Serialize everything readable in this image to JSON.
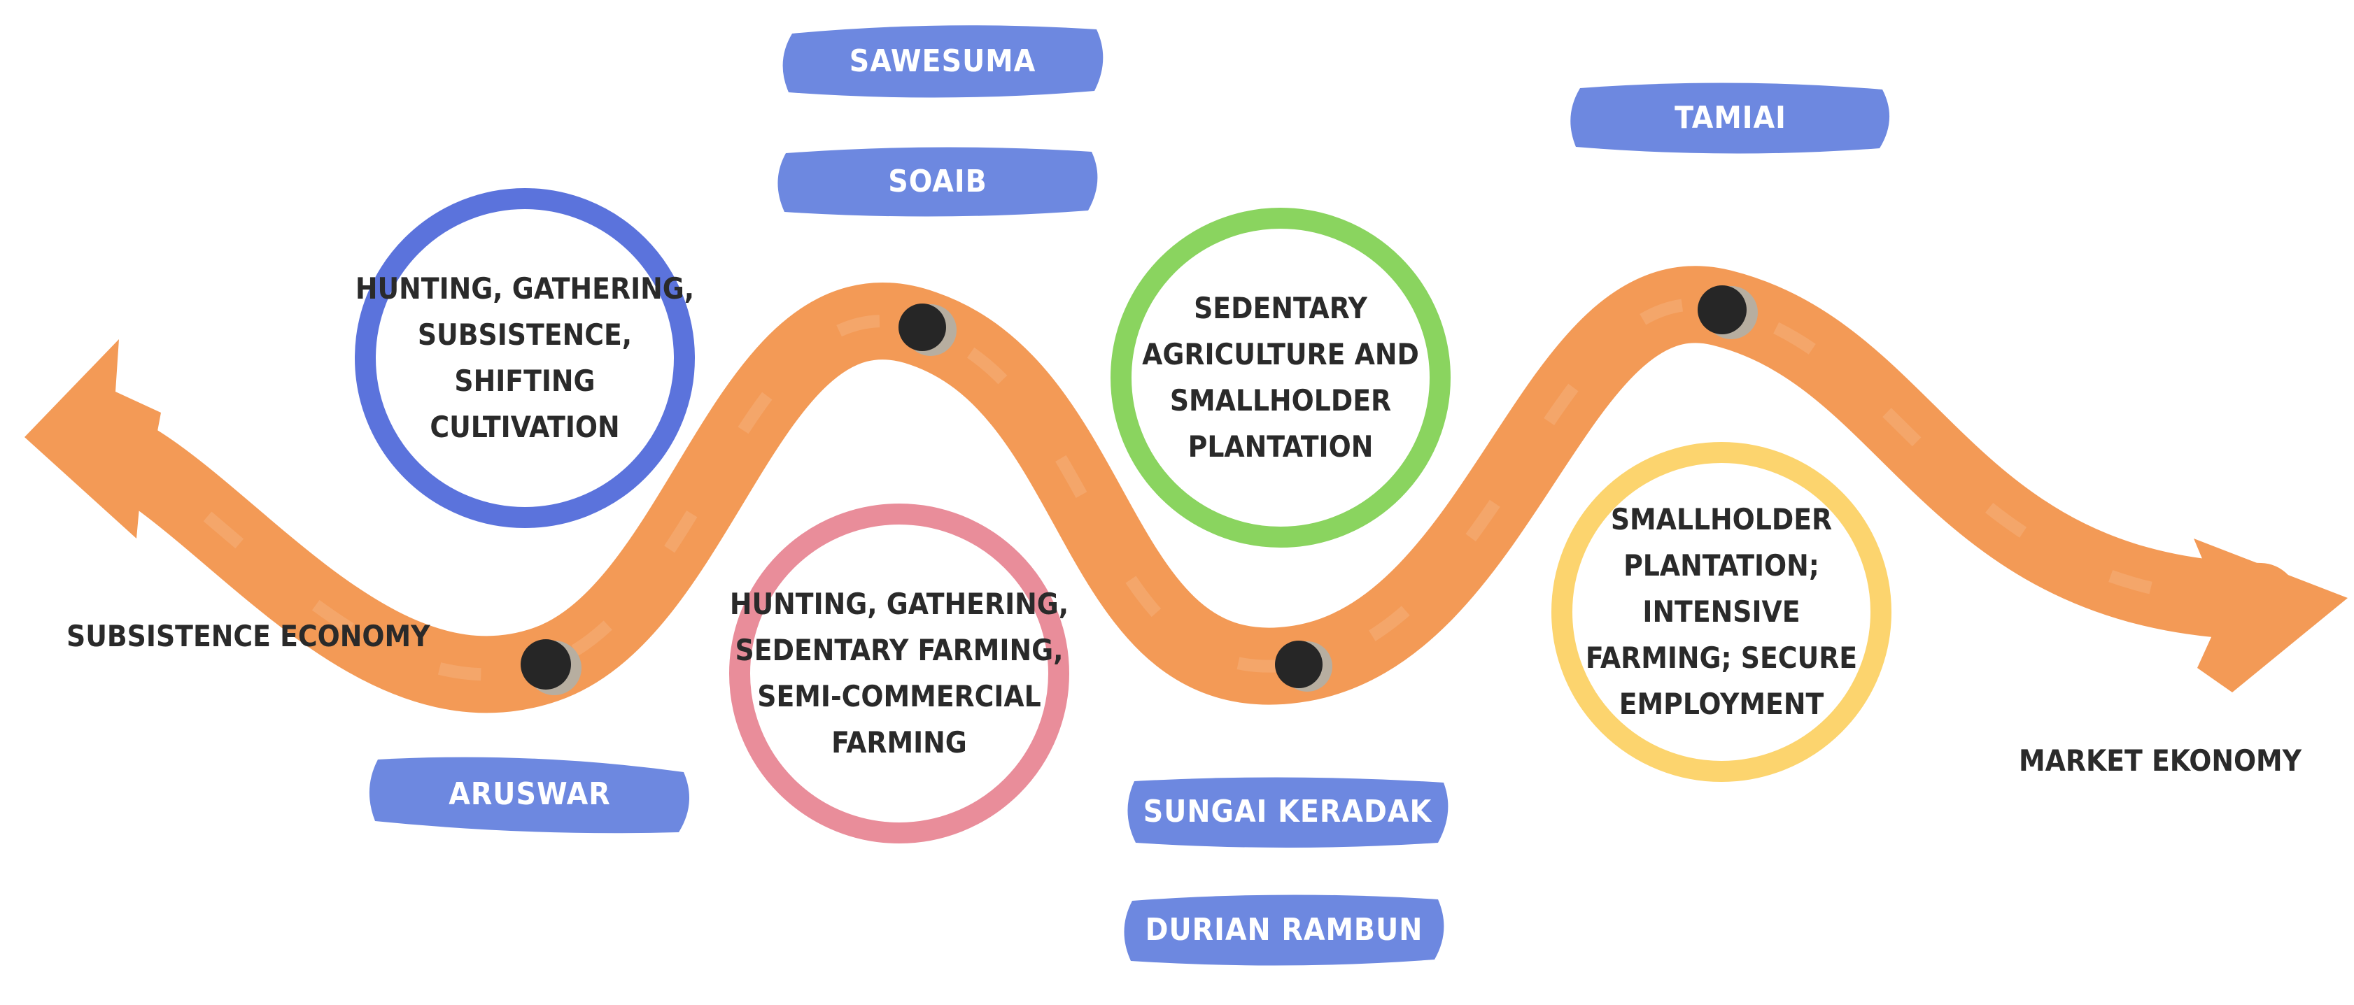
{
  "colors": {
    "path": "#f39a56",
    "badge": "#6d88e0",
    "marker": "#262626",
    "circle_blue": "#5b73dc",
    "circle_pink": "#e98d9a",
    "circle_green": "#8ad45f",
    "circle_yellow": "#fcd46e"
  },
  "ends": {
    "left": "SUBSISTENCE ECONOMY",
    "right": "MARKET EKONOMY"
  },
  "stages": [
    {
      "lines": [
        "HUNTING, GATHERING,",
        "SUBSISTENCE, SHIFTING",
        "CULTIVATION"
      ],
      "color": "circle_blue"
    },
    {
      "lines": [
        "HUNTING, GATHERING,",
        "SEDENTARY FARMING,",
        "SEMI-COMMERCIAL",
        "FARMING"
      ],
      "color": "circle_pink"
    },
    {
      "lines": [
        "SEDENTARY",
        "AGRICULTURE AND",
        "SMALLHOLDER",
        "PLANTATION"
      ],
      "color": "circle_green"
    },
    {
      "lines": [
        "SMALLHOLDER",
        "PLANTATION; INTENSIVE",
        "FARMING; SECURE",
        "EMPLOYMENT"
      ],
      "color": "circle_yellow"
    }
  ],
  "villages": [
    "SAWESUMA",
    "SOAIB",
    "TAMIAI",
    "ARUSWAR",
    "SUNGAI KERADAK",
    "DURIAN RAMBUN"
  ]
}
